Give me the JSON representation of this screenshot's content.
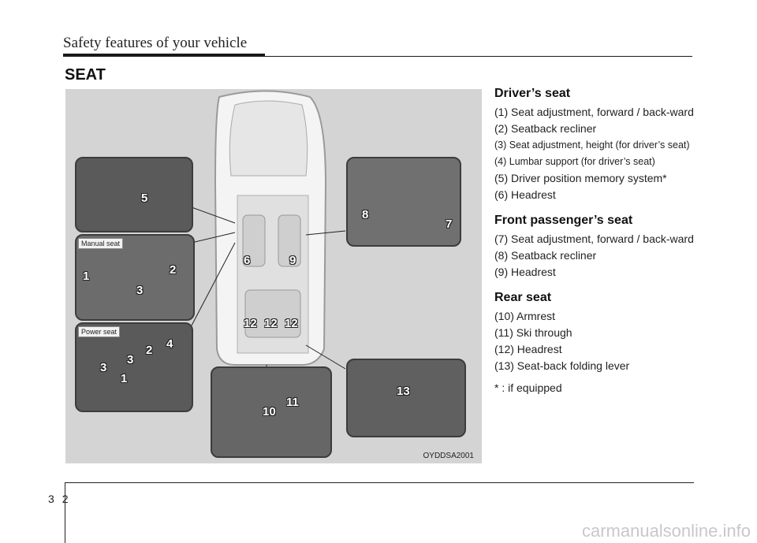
{
  "header": {
    "title": "Safety features of your vehicle"
  },
  "section": {
    "title": "SEAT"
  },
  "figure": {
    "code": "OYDDSA2001",
    "inset_labels": {
      "manual": "Manual seat",
      "power": "Power seat"
    },
    "callouts": [
      "1",
      "2",
      "3",
      "4",
      "5",
      "6",
      "7",
      "8",
      "9",
      "10",
      "11",
      "12",
      "13"
    ]
  },
  "drivers_seat": {
    "heading": "Driver’s seat",
    "items": [
      "(1) Seat adjustment, forward / back-ward",
      "(2) Seatback recliner",
      "(3) Seat adjustment, height (for driver’s seat)",
      "(4) Lumbar support (for driver’s seat)",
      "(5) Driver position memory system*",
      "(6) Headrest"
    ]
  },
  "passenger_seat": {
    "heading": "Front passenger’s seat",
    "items": [
      "(7) Seat adjustment, forward / back-ward",
      "(8) Seatback recliner",
      "(9) Headrest"
    ]
  },
  "rear_seat": {
    "heading": "Rear seat",
    "items": [
      "(10) Armrest",
      "(11) Ski through",
      "(12) Headrest",
      "(13) Seat-back folding lever"
    ]
  },
  "footnote": "* : if equipped",
  "footer": {
    "chapter": "3",
    "page": "2"
  },
  "watermark": "carmanualsonline.info"
}
